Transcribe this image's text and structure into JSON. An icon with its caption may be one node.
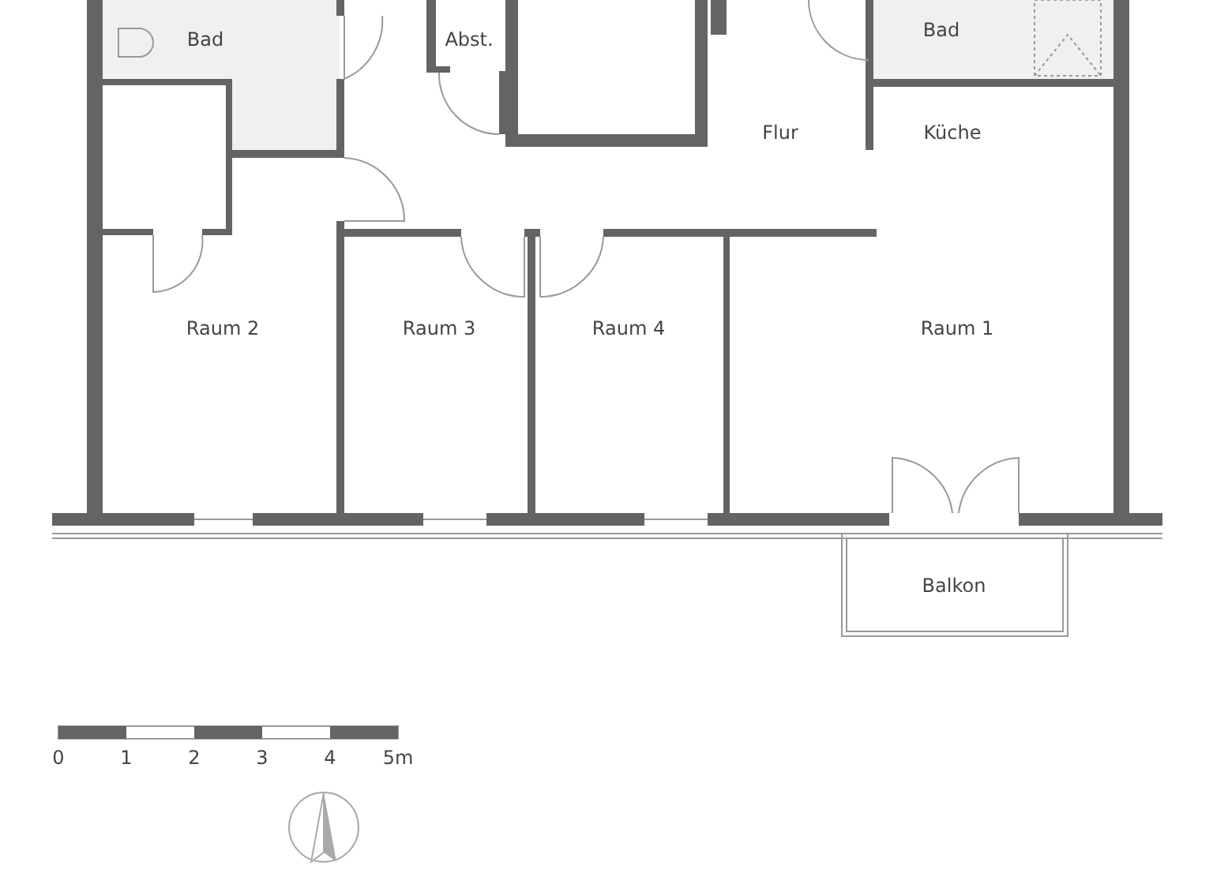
{
  "diagram": {
    "labels": [
      "Bad",
      "Abst.",
      "Bad",
      "Flur",
      "Küche",
      "Raum 2",
      "Raum 3",
      "Raum 4",
      "Raum 1",
      "Balkon",
      "0",
      "1",
      "2",
      "3",
      "4",
      "5m"
    ]
  }
}
